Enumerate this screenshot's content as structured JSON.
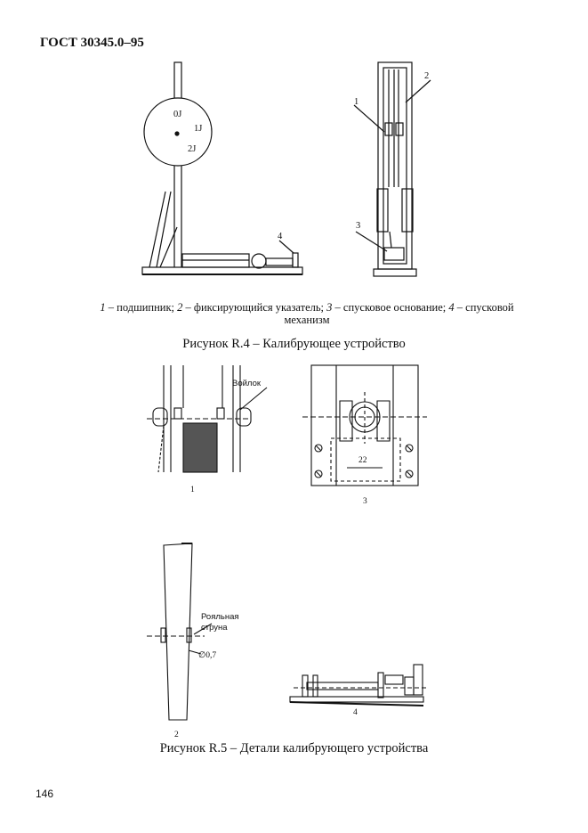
{
  "header": {
    "standard_code": "ГОСТ 30345.0–95"
  },
  "figure_r4": {
    "dial_labels": [
      "0J",
      "1J",
      "2J"
    ],
    "part_numbers": [
      "1",
      "2",
      "3",
      "4"
    ],
    "legend": {
      "items": [
        {
          "num": "1",
          "text": " – подшипник; "
        },
        {
          "num": "2",
          "text": " – фиксирующийся указатель; "
        },
        {
          "num": "3",
          "text": " – спусковое основание; "
        },
        {
          "num": "4",
          "text": " – спусковой механизм"
        }
      ]
    },
    "caption": "Рисунок R.4 – Калибрующее устройство"
  },
  "figure_r5": {
    "felt_label": "Войлок",
    "dimension": "22",
    "wire_label_line1": "Рояльная",
    "wire_label_line2": "струна",
    "diameter": "∅0,7",
    "detail_numbers": [
      "1",
      "2",
      "3",
      "4"
    ],
    "caption": "Рисунок R.5 – Детали калибрующего устройства"
  },
  "page": {
    "number": "146"
  }
}
